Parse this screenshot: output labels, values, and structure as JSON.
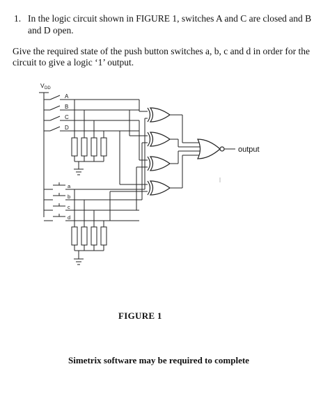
{
  "question1": {
    "number": "1.",
    "text": "In the logic circuit shown in FIGURE 1, switches A and C are closed and B and D open."
  },
  "question2": {
    "text": "Give the required state of the push button switches a, b, c and d  in order for the circuit to give a logic ‘1’ output."
  },
  "figure": {
    "supply_label": "V",
    "supply_subscript": "DD",
    "switch_labels": [
      "A",
      "B",
      "C",
      "D"
    ],
    "push_labels": [
      "a",
      "b",
      "c",
      "d"
    ],
    "output_label": "output",
    "caption": "FIGURE 1"
  },
  "footer_note": "Simetrix software may be required to complete"
}
